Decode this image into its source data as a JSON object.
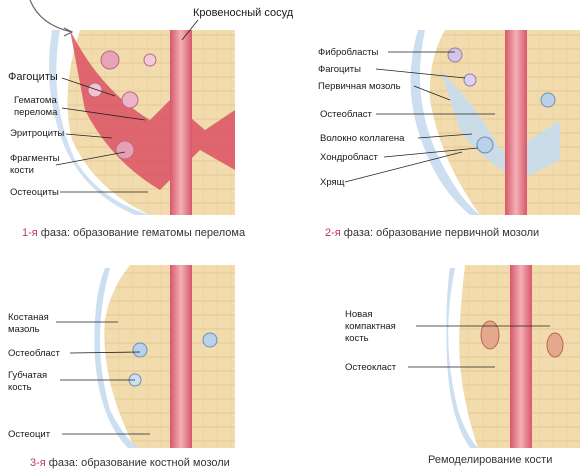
{
  "top_label": "Кровеносный сосуд",
  "panels": [
    {
      "caption_num": "1-я",
      "caption_rest": " фаза: образование гематомы перелома",
      "labels": [
        [
          "Фагоциты"
        ],
        [
          "Гематома",
          "перелома"
        ],
        [
          "Эритроциты"
        ],
        [
          "Фрагменты",
          "кости"
        ],
        [
          "Остеоциты"
        ]
      ]
    },
    {
      "caption_num": "2-я",
      "caption_rest": " фаза: образование первичной мозоли",
      "labels": [
        [
          "Фибробласты"
        ],
        [
          "Фагоциты"
        ],
        [
          "Первичная мозоль"
        ],
        [
          "Остеобласт"
        ],
        [
          "Волокно коллагена"
        ],
        [
          "Хондробласт"
        ],
        [
          "Хрящ"
        ]
      ]
    },
    {
      "caption_num": "3-я",
      "caption_rest": " фаза: образование костной мозоли",
      "labels": [
        [
          "Костаная",
          "мазоль"
        ],
        [
          "Остеобласт"
        ],
        [
          "Губчатая",
          "кость"
        ],
        [
          "Остеоцит"
        ]
      ]
    },
    {
      "caption_num": "",
      "caption_rest": "Ремоделирование кости",
      "labels": [
        [
          "Новая",
          "компактная",
          "кость"
        ],
        [
          "Остеокласт"
        ]
      ]
    }
  ],
  "colors": {
    "bone": "#f2dcae",
    "bone_line": "#d9b87a",
    "vessel": "#e0707c",
    "vessel_light": "#f3b5ba",
    "cartilage": "#c7dcef",
    "hematoma": "#d9485e",
    "caption_num": "#c0365a"
  }
}
